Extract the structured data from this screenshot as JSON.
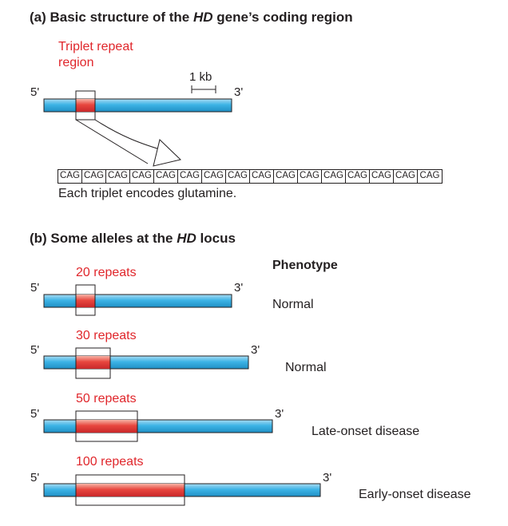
{
  "section_a": {
    "heading_prefix": "(a) Basic structure of the ",
    "heading_gene": "HD",
    "heading_suffix": " gene’s coding region",
    "repeat_label_line1": "Triplet repeat",
    "repeat_label_line2": "region",
    "scale_label": "1 kb",
    "five_prime": "5'",
    "three_prime": "3'",
    "codons": [
      "CAG",
      "CAG",
      "CAG",
      "CAG",
      "CAG",
      "CAG",
      "CAG",
      "CAG",
      "CAG",
      "CAG",
      "CAG",
      "CAG",
      "CAG",
      "CAG",
      "CAG",
      "CAG"
    ],
    "caption": "Each triplet encodes glutamine."
  },
  "section_b": {
    "heading_prefix": "(b) Some alleles at the ",
    "heading_gene": "HD",
    "heading_suffix": " locus",
    "phenotype_header": "Phenotype",
    "alleles": [
      {
        "repeats_label": "20 repeats",
        "five_prime": "5'",
        "three_prime": "3'",
        "phenotype": "Normal"
      },
      {
        "repeats_label": "30 repeats",
        "five_prime": "5'",
        "three_prime": "3'",
        "phenotype": "Normal"
      },
      {
        "repeats_label": "50 repeats",
        "five_prime": "5'",
        "three_prime": "3'",
        "phenotype": "Late-onset disease"
      },
      {
        "repeats_label": "100 repeats",
        "five_prime": "5'",
        "three_prime": "3'",
        "phenotype": "Early-onset disease"
      }
    ]
  },
  "colors": {
    "gene_bar": "#3db4e6",
    "repeat_region": "#e8473f",
    "label_red": "#e0262b"
  }
}
